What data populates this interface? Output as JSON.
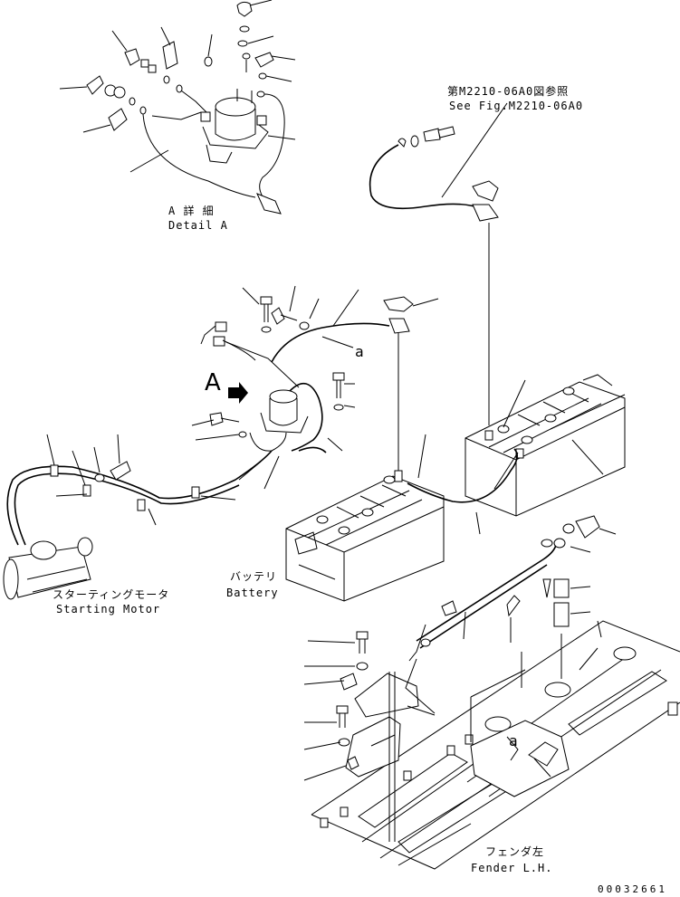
{
  "labels": {
    "detail_a_jp": "A 詳 細",
    "detail_a_en": "Detail A",
    "see_fig_jp": "第M2210-06A0図参照",
    "see_fig_en": "See Fig.M2210-06A0",
    "view_marker": "A",
    "ref_a": "a",
    "ref_a_lower": "a",
    "battery_jp": "バッテリ",
    "battery_en": "Battery",
    "starting_motor_jp": "スターティングモータ",
    "starting_motor_en": "Starting Motor",
    "fender_jp": "フェンダ左",
    "fender_en": "Fender L.H.",
    "drawing_number": "00032661"
  }
}
